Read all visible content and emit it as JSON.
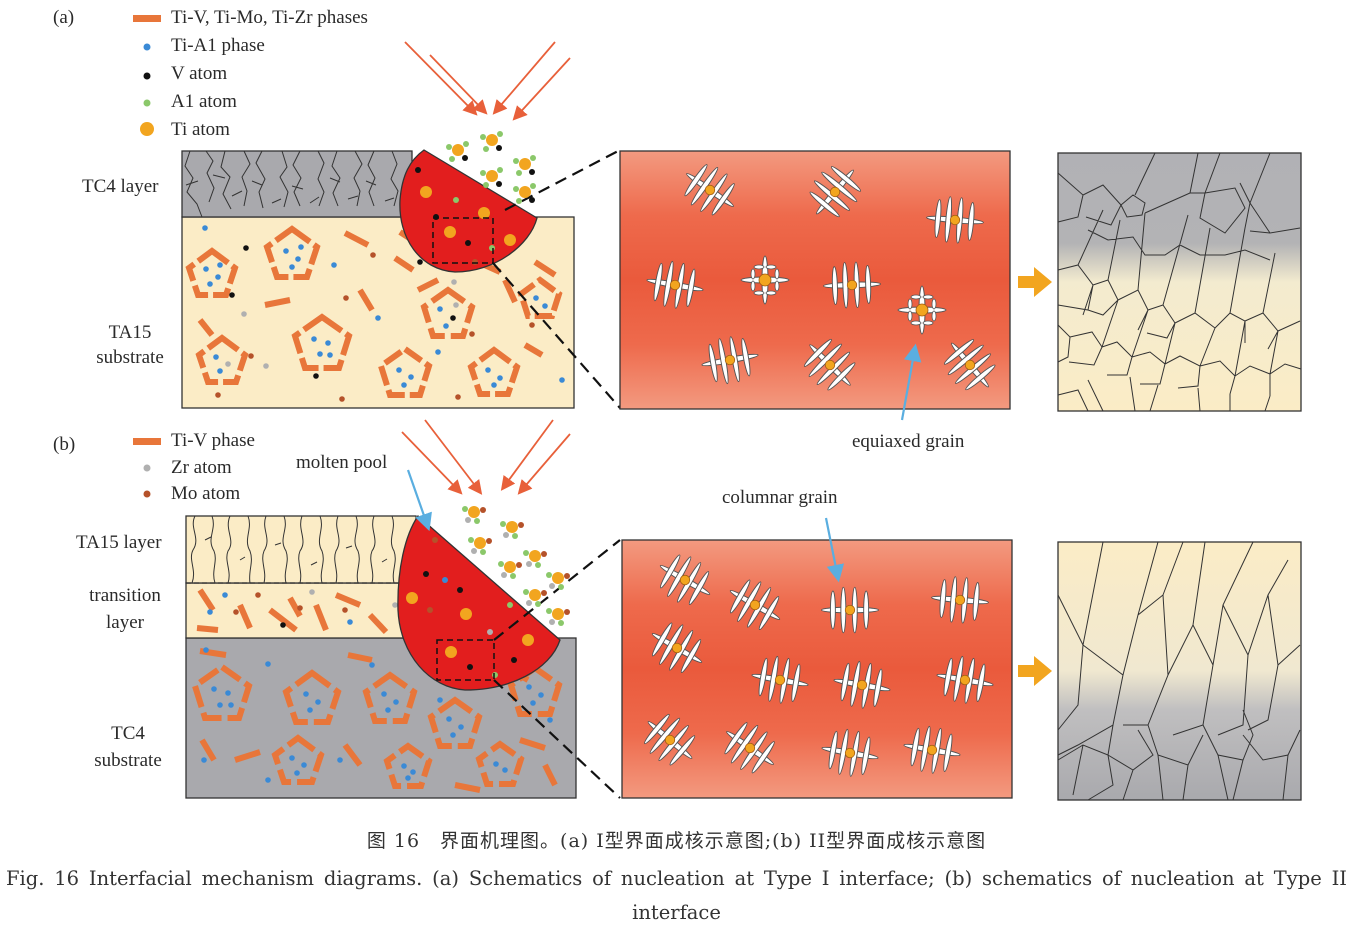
{
  "panel_a": {
    "tag": "(a)",
    "legend": [
      {
        "label": "Ti-V, Ti-Mo, Ti-Zr phases",
        "icon": "orange-bar-icon"
      },
      {
        "label": "Ti-A1 phase",
        "icon": "blue-dot-icon"
      },
      {
        "label": "V atom",
        "icon": "black-dot-icon"
      },
      {
        "label": "A1 atom",
        "icon": "green-dot-icon"
      },
      {
        "label": "Ti atom",
        "icon": "yellow-dot-icon"
      }
    ],
    "top_layer": "TC4 layer",
    "substrate_line1": "TA15",
    "substrate_line2": "substrate",
    "annotation": "equiaxed grain"
  },
  "panel_b": {
    "tag": "(b)",
    "legend": [
      {
        "label": "Ti-V phase",
        "icon": "orange-bar-icon"
      },
      {
        "label": "Zr atom",
        "icon": "gray-dot-icon"
      },
      {
        "label": "Mo atom",
        "icon": "brown-dot-icon"
      }
    ],
    "top_layer": "TA15 layer",
    "transition_line1": "transition",
    "transition_line2": "layer",
    "substrate_line1": "TC4",
    "substrate_line2": "substrate",
    "pool_label": "molten pool",
    "annotation": "columnar grain"
  },
  "caption": {
    "chinese": "图 16　界面机理图。(a) I型界面成核示意图;(b) II型界面成核示意图",
    "english": "Fig. 16   Interfacial mechanism diagrams. (a) Schematics of nucleation at Type I interface; (b) schematics of nucleation at Type II interface"
  },
  "colors": {
    "phase_orange": "#e8763a",
    "ti_al_blue": "#3a8ad6",
    "v_black": "#111111",
    "al_green": "#8bc86a",
    "ti_yellow": "#f2a51f",
    "zr_gray": "#b0b0b0",
    "mo_brown": "#b5522a",
    "ta15_cream": "#fbecc6",
    "tc4_gray": "#a9a9ad",
    "melt_red": "#e21e1e",
    "laser_arrow": "#e8603a",
    "pointer_blue": "#5aaee0"
  }
}
